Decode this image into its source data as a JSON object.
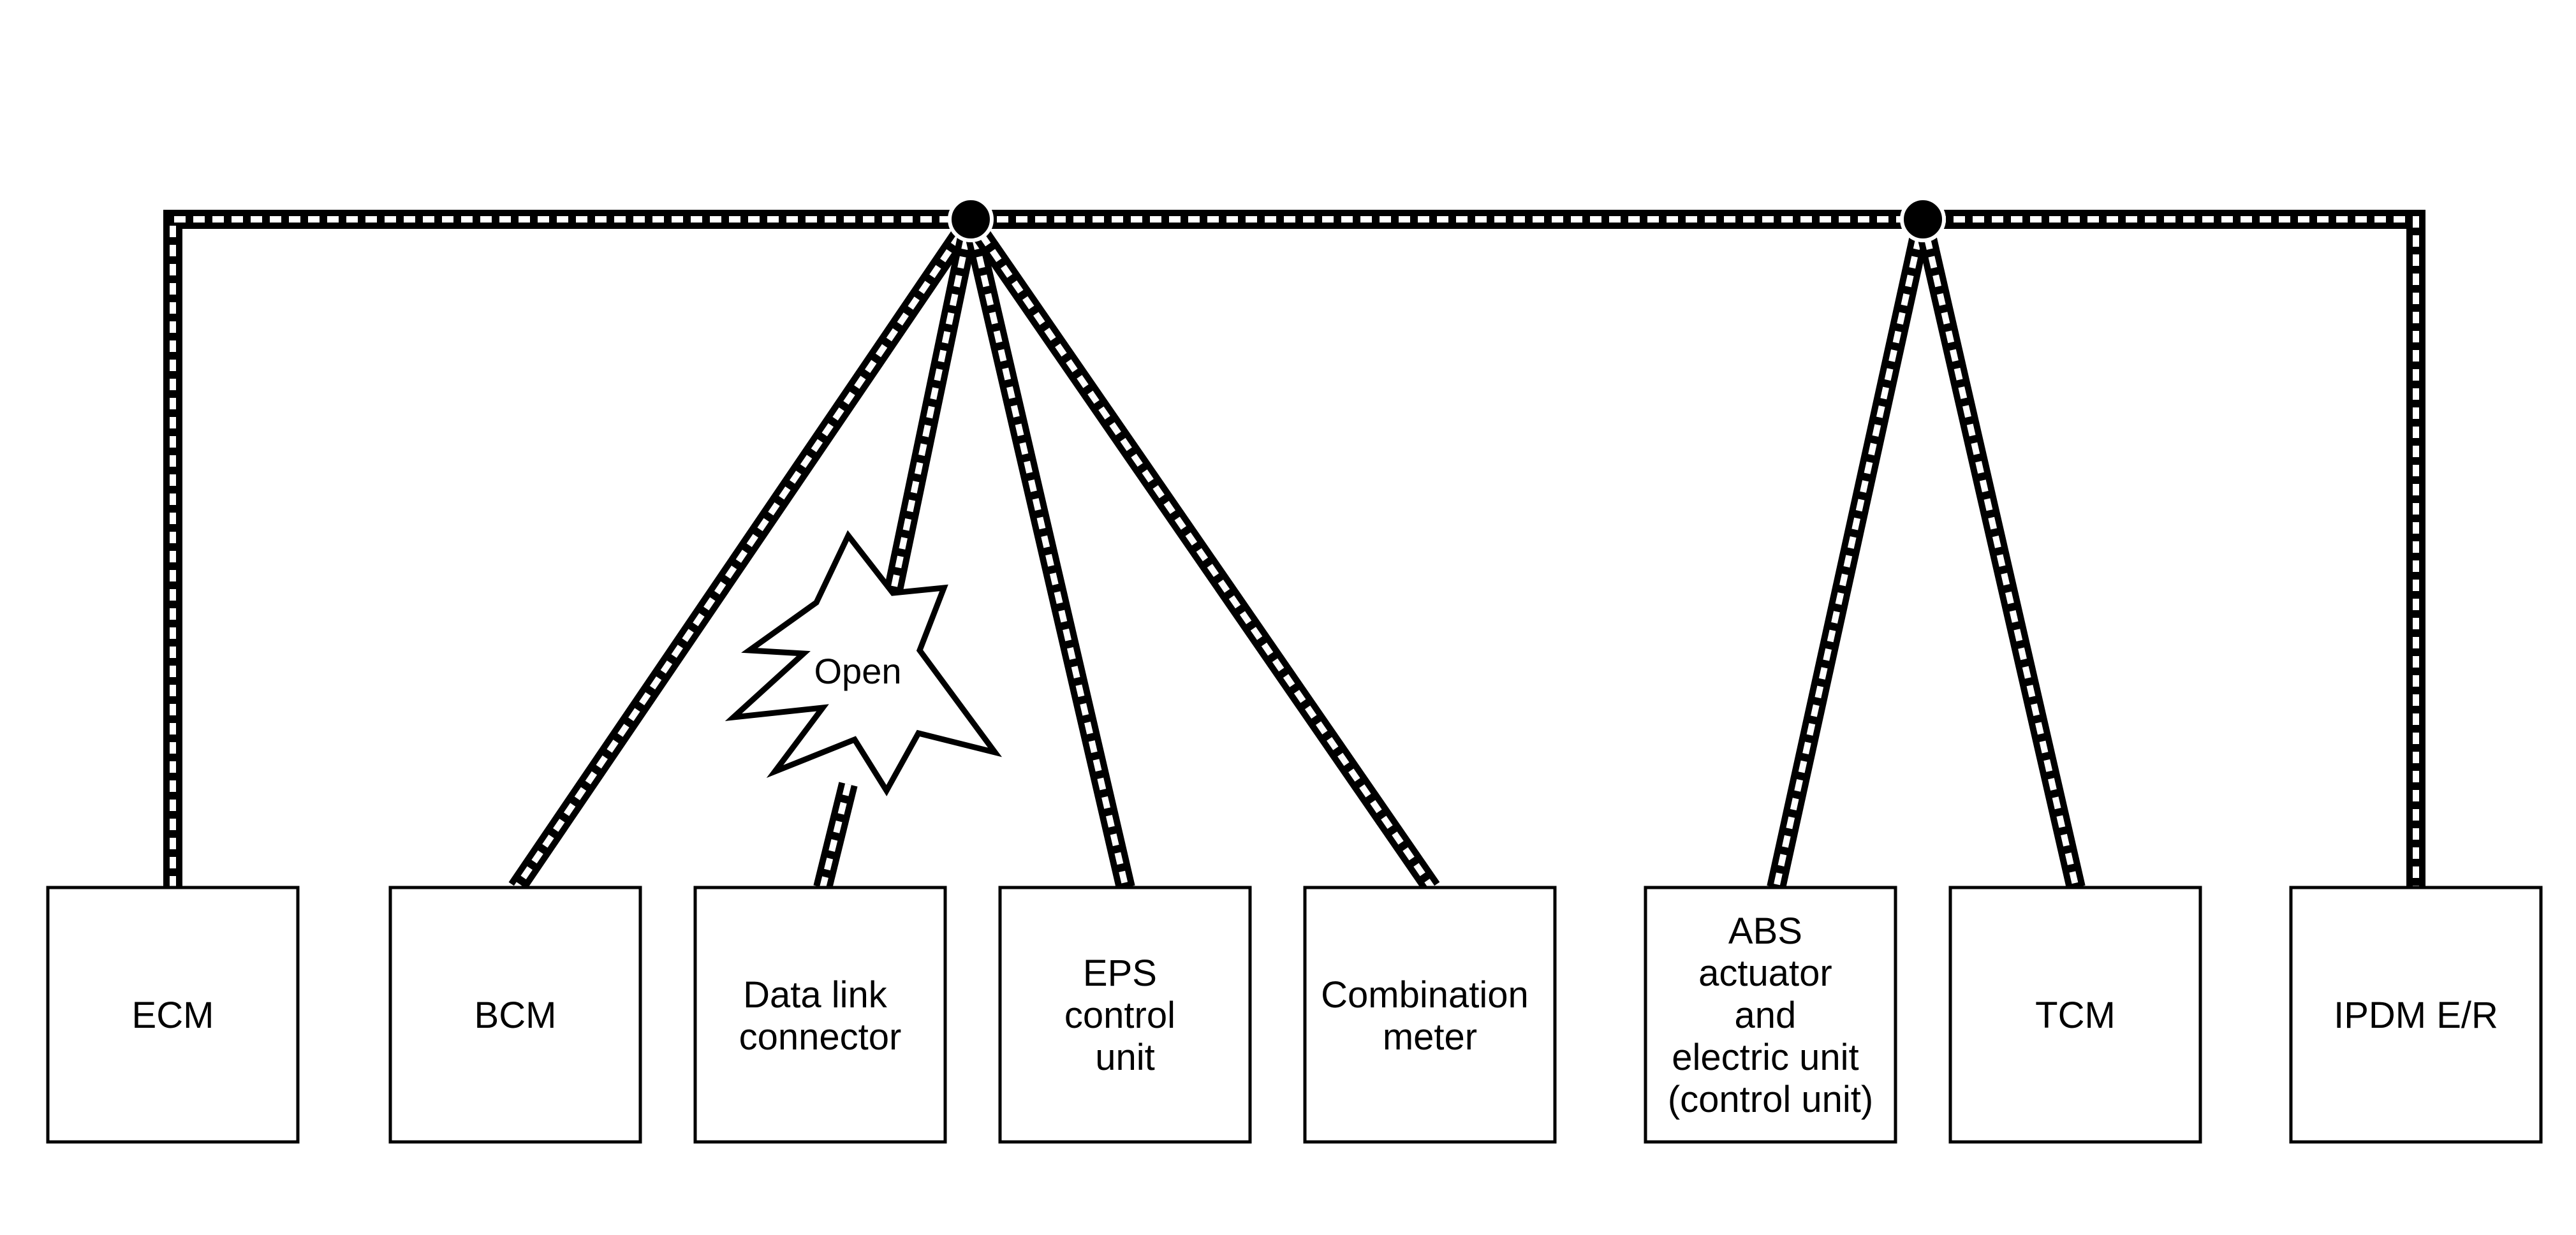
{
  "colors": {
    "wire_outer": "#000000",
    "wire_dash": "#ffffff",
    "box_stroke": "#000000",
    "background": "#ffffff"
  },
  "units": [
    {
      "id": "ecm",
      "lines": [
        "ECM"
      ]
    },
    {
      "id": "bcm",
      "lines": [
        "BCM"
      ]
    },
    {
      "id": "dlc",
      "lines": [
        "Data link",
        "connector"
      ]
    },
    {
      "id": "eps",
      "lines": [
        "EPS",
        "control",
        "unit"
      ]
    },
    {
      "id": "meter",
      "lines": [
        "Combination",
        "meter"
      ]
    },
    {
      "id": "abs",
      "lines": [
        "ABS",
        "actuator",
        "and",
        "electric unit",
        "(control unit)"
      ]
    },
    {
      "id": "tcm",
      "lines": [
        "TCM"
      ]
    },
    {
      "id": "ipdm",
      "lines": [
        "IPDM E/R"
      ]
    }
  ],
  "fault": {
    "label": "Open",
    "on_unit": "dlc"
  }
}
